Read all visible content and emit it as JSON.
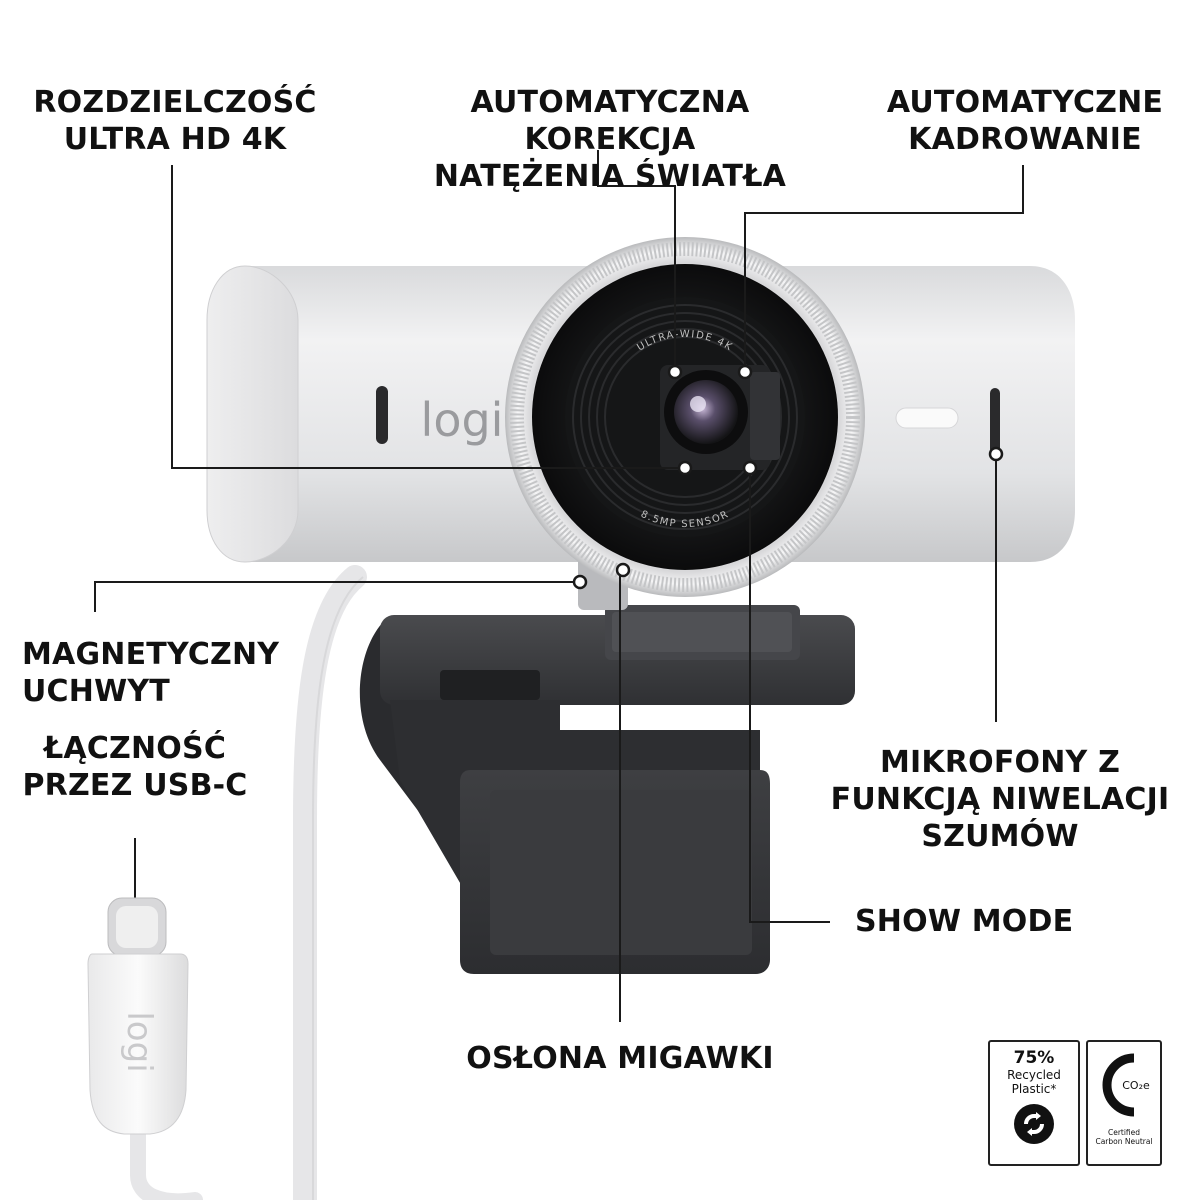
{
  "labels": {
    "resolution": "ROZDZIELCZOŚĆ\nULTRA HD 4K",
    "light_correction": "AUTOMATYCZNA KOREKCJA\nNATĘŻENIA ŚWIATŁA",
    "auto_framing": "AUTOMATYCZNE\nKADROWANIE",
    "magnetic_mount": "MAGNETYCZNY\nUCHWYT",
    "usb_c": "ŁĄCZNOŚĆ\nPRZEZ USB-C",
    "microphones": "MIKROFONY Z\nFUNKCJĄ NIWELACJI\nSZUMÓW",
    "show_mode": "SHOW MODE",
    "shutter": "OSŁONA MIGAWKI"
  },
  "camera": {
    "brand_logo": "logi",
    "lens_top_text": "ULTRA-WIDE 4K",
    "lens_bottom_text": "8.5MP SENSOR"
  },
  "cable": {
    "connector_logo": "logi"
  },
  "badges": {
    "recycled": {
      "percent": "75%",
      "line1": "Recycled",
      "line2": "Plastic*",
      "icon": "recycle-icon"
    },
    "carbon": {
      "co2": "CO₂e",
      "line1": "Certified",
      "line2": "Carbon Neutral",
      "icon": "carbon-c-icon"
    }
  },
  "colors": {
    "body": "#e4e5e7",
    "mount": "#3a3b3e",
    "text": "#111111"
  }
}
